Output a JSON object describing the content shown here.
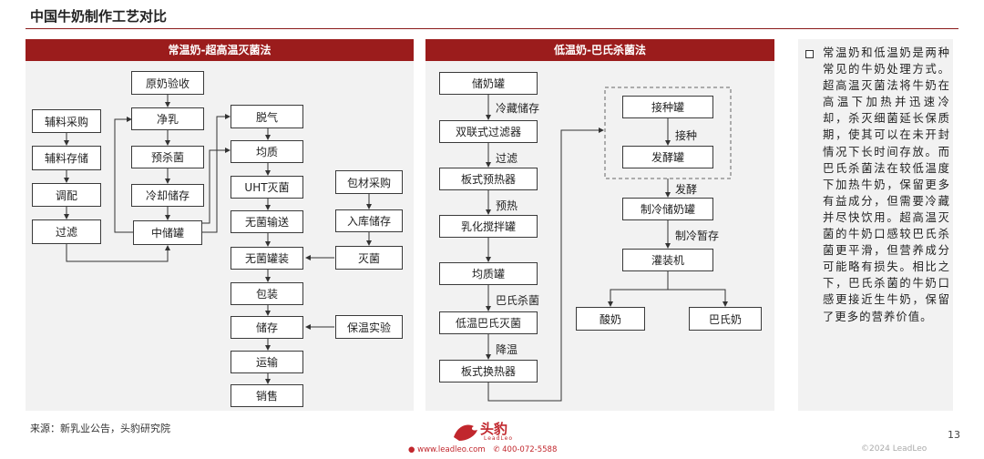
{
  "page": {
    "title": "中国牛奶制作工艺对比",
    "source": "来源：新乳业公告，头豹研究院",
    "page_number": "13",
    "copyright": "©2024 LeadLeo",
    "contact_web": "www.leadleo.com",
    "contact_phone": "400-072-5588",
    "logo_cn": "头豹",
    "logo_en": "LeadLeo"
  },
  "left_panel": {
    "header": "常温奶-超高温灭菌法",
    "boxes": {
      "raw_milk": "原奶验收",
      "purify": "净乳",
      "pre_sterilize": "预杀菌",
      "cool_store": "冷却储存",
      "mid_tank": "中储罐",
      "aux_buy": "辅料采购",
      "aux_store": "辅料存储",
      "mix": "调配",
      "filter": "过滤",
      "degas": "脱气",
      "homogenize": "均质",
      "uht": "UHT灭菌",
      "aseptic_transport": "无菌输送",
      "aseptic_can": "无菌罐装",
      "pack": "包装",
      "store": "储存",
      "transport": "运输",
      "sale": "销售",
      "pkg_buy": "包材采购",
      "inbound_store": "入库储存",
      "sterilize": "灭菌",
      "insulation_test": "保温实验"
    }
  },
  "right_panel": {
    "header": "低温奶-巴氏杀菌法",
    "boxes": {
      "storage_tank": "储奶罐",
      "duplex_filter": "双联式过滤器",
      "plate_preheater": "板式预热器",
      "emulsify_tank": "乳化搅拌罐",
      "homo_tank": "均质罐",
      "low_pasteur": "低温巴氏灭菌",
      "plate_exchanger": "板式换热器",
      "inoc_tank": "接种罐",
      "ferment_tank": "发酵罐",
      "cold_tank": "制冷储奶罐",
      "filler": "灌装机",
      "yogurt": "酸奶",
      "pasteur_milk": "巴氏奶"
    },
    "labels": {
      "cold_storage": "冷藏储存",
      "filtering": "过滤",
      "preheat": "预热",
      "pasteurize": "巴氏杀菌",
      "cooling": "降温",
      "inoculate": "接种",
      "ferment": "发酵",
      "cold_hold": "制冷暂存"
    }
  },
  "note": {
    "text": "常温奶和低温奶是两种常见的牛奶处理方式。超高温灭菌法将牛奶在高温下加热并迅速冷却，杀灭细菌延长保质期，使其可以在未开封情况下长时间存放。而巴氏杀菌法在较低温度下加热牛奶，保留更多有益成分，但需要冷藏并尽快饮用。超高温灭菌的牛奶口感较巴氏杀菌更平滑，但营养成分可能略有损失。相比之下，巴氏杀菌的牛奶口感更接近生牛奶，保留了更多的营养价值。"
  },
  "colors": {
    "header_red": "#9b1c1c",
    "panel_bg": "#f2f2f2",
    "brand_red": "#c1272d"
  }
}
